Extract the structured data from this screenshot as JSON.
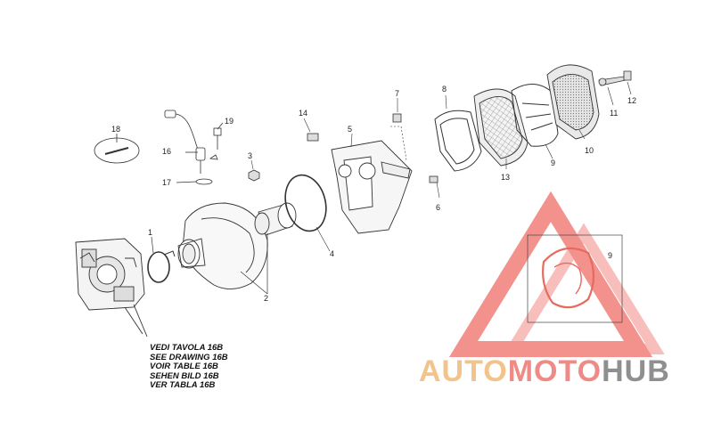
{
  "callouts": [
    {
      "id": "1",
      "text": "1"
    },
    {
      "id": "2",
      "text": "2"
    },
    {
      "id": "3",
      "text": "3"
    },
    {
      "id": "4",
      "text": "4"
    },
    {
      "id": "5",
      "text": "5"
    },
    {
      "id": "6",
      "text": "6"
    },
    {
      "id": "7",
      "text": "7"
    },
    {
      "id": "8",
      "text": "8"
    },
    {
      "id": "9a",
      "text": "9"
    },
    {
      "id": "9b",
      "text": "9"
    },
    {
      "id": "10",
      "text": "10"
    },
    {
      "id": "11",
      "text": "11"
    },
    {
      "id": "12",
      "text": "12"
    },
    {
      "id": "13",
      "text": "13"
    },
    {
      "id": "14",
      "text": "14"
    },
    {
      "id": "16",
      "text": "16"
    },
    {
      "id": "17",
      "text": "17"
    },
    {
      "id": "18",
      "text": "18"
    },
    {
      "id": "19",
      "text": "19"
    }
  ],
  "reference_note": [
    "VEDI TAVOLA 16B",
    "SEE DRAWING 16B",
    "VOIR TABLE 16B",
    "SEHEN BILD 16B",
    "VER TABLA 16B"
  ],
  "watermark": {
    "part1": "AUTO",
    "part2": "MOTO",
    "part3": "HUB",
    "colors": {
      "auto": "#f2c38a",
      "moto": "#f08a86",
      "hub": "#8f8f8f",
      "triangle": "#f27f7a"
    }
  }
}
